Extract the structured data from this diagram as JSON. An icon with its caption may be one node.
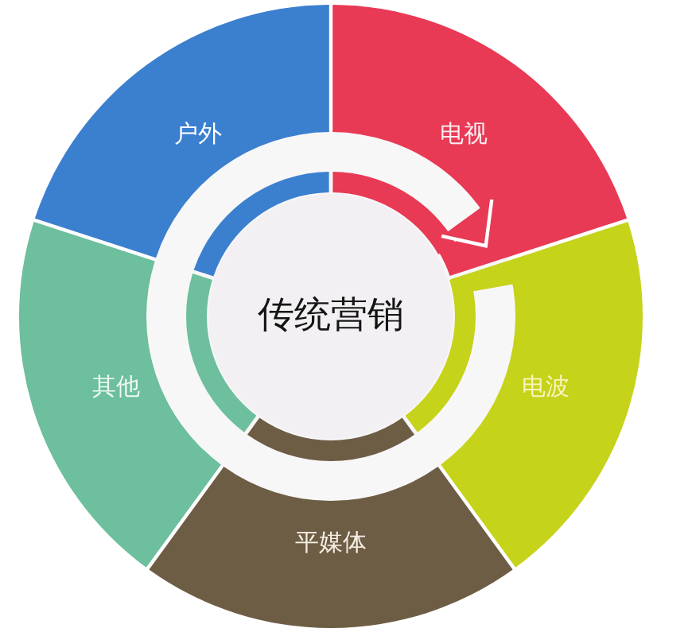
{
  "diagram": {
    "nodes": [
      {
        "text": [
          "户外"
        ]
      },
      {
        "text": [
          "电视"
        ]
      },
      {
        "text": [
          "传统营销"
        ]
      },
      {
        "text": [
          "其他"
        ]
      },
      {
        "text": [
          "电波"
        ]
      },
      {
        "text": [
          "平媒体"
        ]
      }
    ]
  }
}
